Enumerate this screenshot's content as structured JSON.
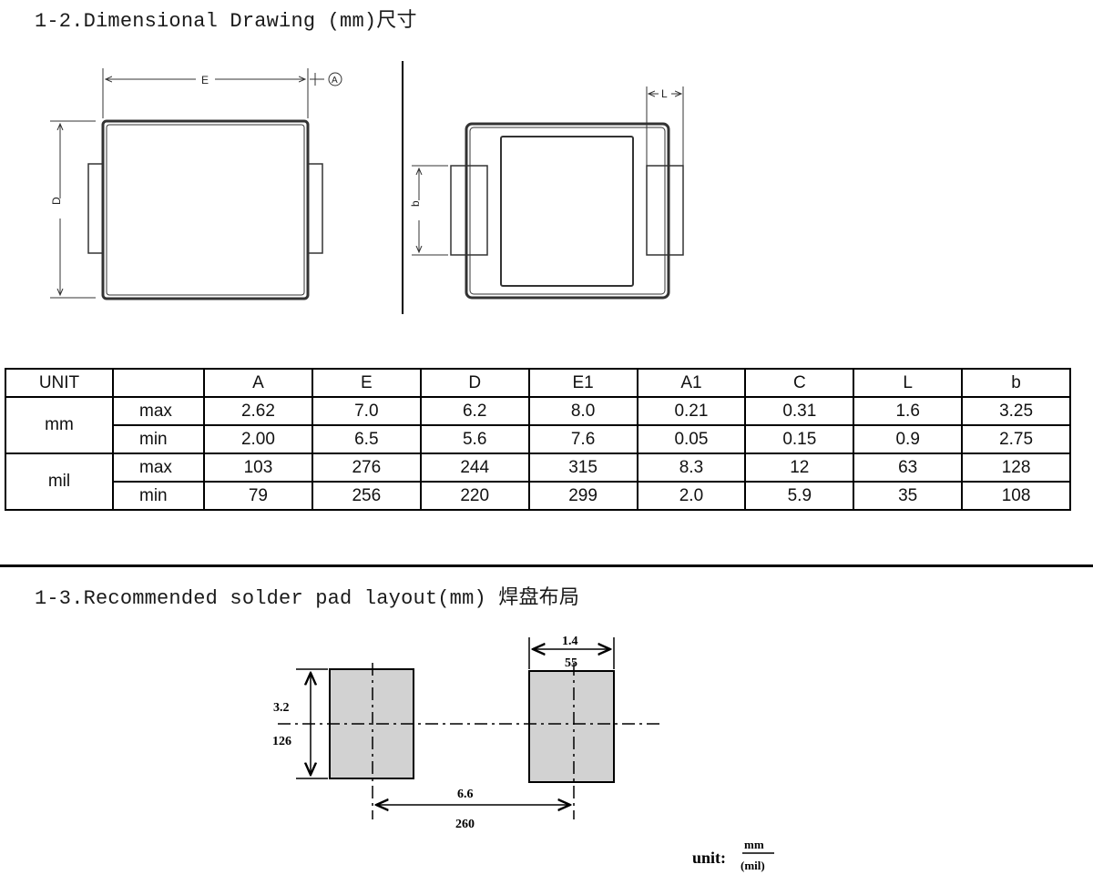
{
  "section_dim": {
    "title": "1-2.Dimensional Drawing (mm)尺寸"
  },
  "drawing_labels": {
    "E": "E",
    "D": "D",
    "A": "A",
    "L": "L",
    "b": "b"
  },
  "table": {
    "headers": [
      "UNIT",
      "",
      "A",
      "E",
      "D",
      "E1",
      "A1",
      "C",
      "L",
      "b"
    ],
    "groups": [
      {
        "unit": "mm",
        "rows": [
          {
            "label": "max",
            "values": [
              "2.62",
              "7.0",
              "6.2",
              "8.0",
              "0.21",
              "0.31",
              "1.6",
              "3.25"
            ]
          },
          {
            "label": "min",
            "values": [
              "2.00",
              "6.5",
              "5.6",
              "7.6",
              "0.05",
              "0.15",
              "0.9",
              "2.75"
            ]
          }
        ]
      },
      {
        "unit": "mil",
        "rows": [
          {
            "label": "max",
            "values": [
              "103",
              "276",
              "244",
              "315",
              "8.3",
              "12",
              "63",
              "128"
            ]
          },
          {
            "label": "min",
            "values": [
              "79",
              "256",
              "220",
              "299",
              "2.0",
              "5.9",
              "35",
              "108"
            ]
          }
        ]
      }
    ]
  },
  "section_pad": {
    "title": "1-3.Recommended solder pad layout(mm) 焊盘布局"
  },
  "pad_labels": {
    "pad_width_mm": "1.4",
    "pad_width_mil": "55",
    "pad_height_mm": "3.2",
    "pad_height_mil": "126",
    "spacing_mm": "6.6",
    "spacing_mil": "260",
    "unit_label": "unit:",
    "unit_num": "mm",
    "unit_den": "(mil)"
  },
  "colors": {
    "pad_fill": "#d2d2d2",
    "line": "#000000"
  }
}
